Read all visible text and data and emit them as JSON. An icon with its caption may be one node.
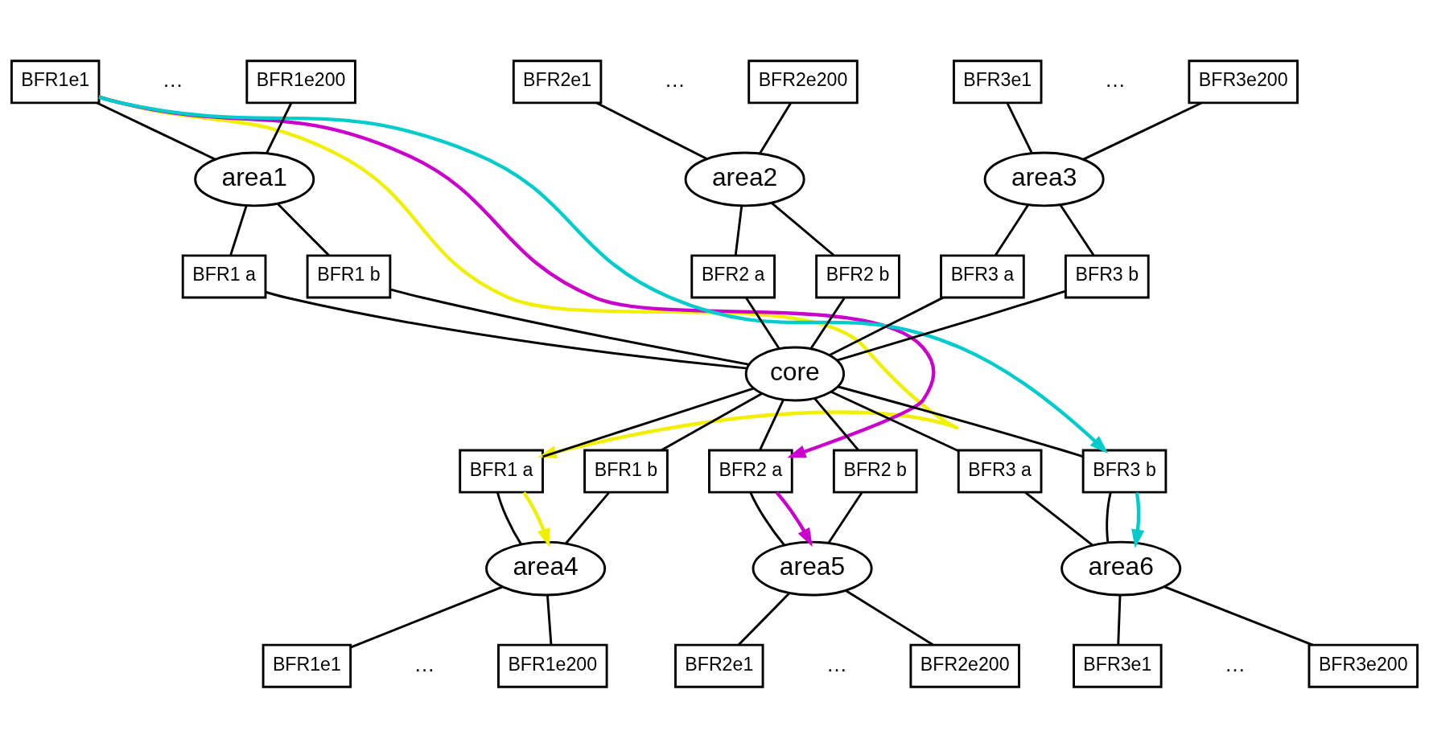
{
  "diagram": {
    "nodes": [
      {
        "text": [
          "BFR1e1"
        ]
      },
      {
        "text": [
          "BFR1e200"
        ]
      },
      {
        "text": [
          "BFR2e1"
        ]
      },
      {
        "text": [
          "BFR2e200"
        ]
      },
      {
        "text": [
          "BFR3e1"
        ]
      },
      {
        "text": [
          "BFR3e200"
        ]
      },
      {
        "text": [
          "area1"
        ]
      },
      {
        "text": [
          "area2"
        ]
      },
      {
        "text": [
          "area3"
        ]
      },
      {
        "text": [
          "BFR1 a"
        ]
      },
      {
        "text": [
          "BFR1 b"
        ]
      },
      {
        "text": [
          "BFR2 a"
        ]
      },
      {
        "text": [
          "BFR2 b"
        ]
      },
      {
        "text": [
          "BFR3 a"
        ]
      },
      {
        "text": [
          "BFR3 b"
        ]
      },
      {
        "text": [
          "core"
        ]
      },
      {
        "text": [
          "BFR1 a"
        ]
      },
      {
        "text": [
          "BFR1 b"
        ]
      },
      {
        "text": [
          "BFR2 a"
        ]
      },
      {
        "text": [
          "BFR2 b"
        ]
      },
      {
        "text": [
          "BFR3 a"
        ]
      },
      {
        "text": [
          "BFR3 b"
        ]
      },
      {
        "text": [
          "area4"
        ]
      },
      {
        "text": [
          "area5"
        ]
      },
      {
        "text": [
          "area6"
        ]
      },
      {
        "text": [
          "BFR1e1"
        ]
      },
      {
        "text": [
          "BFR1e200"
        ]
      },
      {
        "text": [
          "BFR2e1"
        ]
      },
      {
        "text": [
          "BFR2e200"
        ]
      },
      {
        "text": [
          "BFR3e1"
        ]
      },
      {
        "text": [
          "BFR3e200"
        ]
      }
    ],
    "edges": [
      {
        "from": 0,
        "to": 6,
        "arrow": "none"
      },
      {
        "from": 1,
        "to": 6,
        "arrow": "none"
      },
      {
        "from": 2,
        "to": 7,
        "arrow": "none"
      },
      {
        "from": 3,
        "to": 7,
        "arrow": "none"
      },
      {
        "from": 4,
        "to": 8,
        "arrow": "none"
      },
      {
        "from": 5,
        "to": 8,
        "arrow": "none"
      },
      {
        "from": 6,
        "to": 9,
        "arrow": "none"
      },
      {
        "from": 6,
        "to": 10,
        "arrow": "none"
      },
      {
        "from": 7,
        "to": 11,
        "arrow": "none"
      },
      {
        "from": 7,
        "to": 12,
        "arrow": "none"
      },
      {
        "from": 8,
        "to": 13,
        "arrow": "none"
      },
      {
        "from": 8,
        "to": 14,
        "arrow": "none"
      },
      {
        "from": 9,
        "to": 15,
        "arrow": "none"
      },
      {
        "from": 10,
        "to": 15,
        "arrow": "none"
      },
      {
        "from": 11,
        "to": 15,
        "arrow": "none"
      },
      {
        "from": 12,
        "to": 15,
        "arrow": "none"
      },
      {
        "from": 13,
        "to": 15,
        "arrow": "none"
      },
      {
        "from": 14,
        "to": 15,
        "arrow": "none"
      },
      {
        "from": 15,
        "to": 16,
        "arrow": "none"
      },
      {
        "from": 15,
        "to": 17,
        "arrow": "none"
      },
      {
        "from": 15,
        "to": 18,
        "arrow": "none"
      },
      {
        "from": 15,
        "to": 19,
        "arrow": "none"
      },
      {
        "from": 15,
        "to": 20,
        "arrow": "none"
      },
      {
        "from": 15,
        "to": 21,
        "arrow": "none"
      },
      {
        "from": 16,
        "to": 22,
        "arrow": "none"
      },
      {
        "from": 17,
        "to": 22,
        "arrow": "none"
      },
      {
        "from": 18,
        "to": 23,
        "arrow": "none"
      },
      {
        "from": 19,
        "to": 23,
        "arrow": "none"
      },
      {
        "from": 20,
        "to": 24,
        "arrow": "none"
      },
      {
        "from": 21,
        "to": 24,
        "arrow": "none"
      },
      {
        "from": 22,
        "to": 25,
        "arrow": "none"
      },
      {
        "from": 22,
        "to": 26,
        "arrow": "none"
      },
      {
        "from": 23,
        "to": 27,
        "arrow": "none"
      },
      {
        "from": 23,
        "to": 28,
        "arrow": "none"
      },
      {
        "from": 24,
        "to": 29,
        "arrow": "none"
      },
      {
        "from": 24,
        "to": 30,
        "arrow": "none"
      },
      {
        "from": 0,
        "to": 16,
        "arrow": "to",
        "color": "#f0f000"
      },
      {
        "from": 16,
        "to": 22,
        "arrow": "to",
        "color": "#f0f000"
      },
      {
        "from": 0,
        "to": 18,
        "arrow": "to",
        "color": "#cc00cc"
      },
      {
        "from": 18,
        "to": 23,
        "arrow": "to",
        "color": "#cc00cc"
      },
      {
        "from": 0,
        "to": 21,
        "arrow": "to",
        "color": "#00cccc"
      },
      {
        "from": 21,
        "to": 24,
        "arrow": "to",
        "color": "#00cccc"
      }
    ],
    "labels": [
      "…",
      "…",
      "…",
      "…",
      "…",
      "…"
    ]
  }
}
